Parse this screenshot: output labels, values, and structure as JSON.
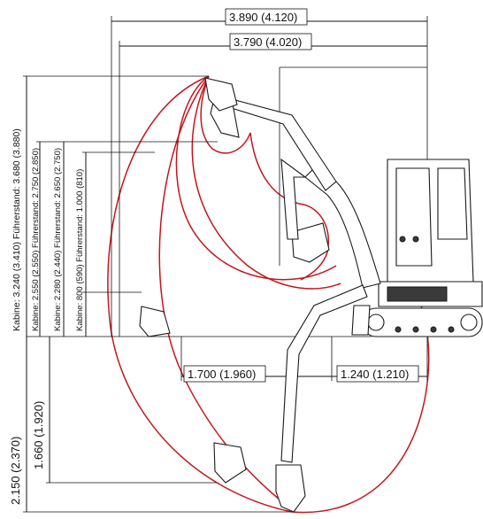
{
  "dimensions": {
    "top_reach": "3.890 (4.120)",
    "second_reach": "3.790 (4.020)",
    "bucket_offset": "1.700 (1.960)",
    "rear_offset": "1.240 (1.210)",
    "max_dig_depth": "2.150 (2.370)",
    "vertical_wall_depth": "1.660 (1.920)",
    "max_height": "Kabine: 3.240 (3.410) Führerstand: 3.680 (3.880)",
    "dump_height": "Kabine: 2.550 (2.550) Führerstand: 2.750 (2.850)",
    "height_3": "Kabine: 2.280 (2.440) Führerstand: 2.650 (2.750)",
    "height_4": "Kabine: 800 (590) Führerstand: 1.000 (810)"
  },
  "colors": {
    "arc": "#c4161c",
    "line": "#111111",
    "machine_dark": "#3a3a3a"
  }
}
